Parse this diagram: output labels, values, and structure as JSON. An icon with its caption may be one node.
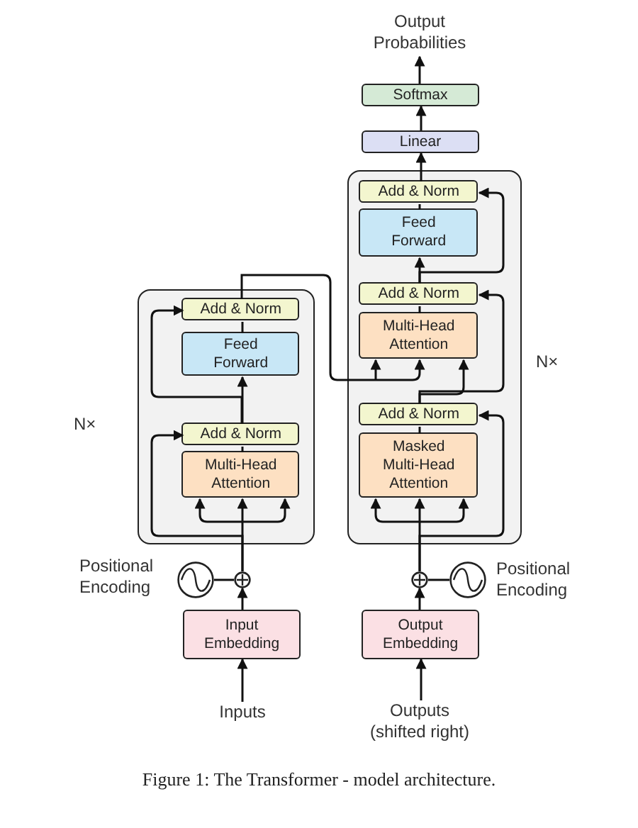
{
  "diagram": {
    "caption": "Figure 1: The Transformer - model architecture.",
    "nodes": [
      {
        "text": [
          "Output Probabilities"
        ]
      },
      {
        "text": [
          "Softmax"
        ]
      },
      {
        "text": [
          "Linear"
        ]
      },
      {
        "text": [],
        "shape": "box",
        "beside": [
          "N×"
        ]
      },
      {
        "text": [
          "Add & Norm"
        ],
        "in": 3
      },
      {
        "text": [
          "Feed Forward"
        ],
        "in": 3
      },
      {
        "text": [
          "Add & Norm"
        ],
        "in": 3
      },
      {
        "text": [
          "Multi-Head Attention"
        ],
        "in": 3
      },
      {
        "text": [],
        "shape": "box",
        "beside": [
          "N×"
        ]
      },
      {
        "text": [
          "Add & Norm"
        ],
        "in": 8
      },
      {
        "text": [
          "Feed Forward"
        ],
        "in": 8
      },
      {
        "text": [
          "Add & Norm"
        ],
        "in": 8
      },
      {
        "text": [
          "Multi-Head Attention"
        ],
        "in": 8
      },
      {
        "text": [
          "Add & Norm"
        ],
        "in": 8
      },
      {
        "text": [
          "Masked Multi-Head Attention"
        ],
        "in": 8
      },
      {
        "text": [],
        "shape": "circle"
      },
      {
        "text": [],
        "shape": "circle",
        "beside": [
          "Positional Encoding"
        ]
      },
      {
        "text": [
          "Input Embedding"
        ]
      },
      {
        "text": [
          "Inputs"
        ]
      },
      {
        "text": [],
        "shape": "circle"
      },
      {
        "text": [],
        "shape": "circle",
        "beside": [
          "Positional Encoding"
        ]
      },
      {
        "text": [
          "Output Embedding"
        ]
      },
      {
        "text": [
          "Outputs (shifted right)"
        ]
      }
    ],
    "edges": [
      {
        "from": 18,
        "to": 17,
        "arrow": "to"
      },
      {
        "from": 17,
        "to": 15,
        "arrow": "to"
      },
      {
        "from": 16,
        "to": 15,
        "arrow": "none"
      },
      {
        "from": 15,
        "to": 7,
        "arrow": "to"
      },
      {
        "from": 15,
        "to": 6,
        "arrow": "to"
      },
      {
        "from": 7,
        "to": 6,
        "arrow": "none"
      },
      {
        "from": 6,
        "to": 5,
        "arrow": "to"
      },
      {
        "from": 6,
        "to": 4,
        "arrow": "to"
      },
      {
        "from": 5,
        "to": 4,
        "arrow": "none"
      },
      {
        "from": 4,
        "to": 12,
        "arrow": "to"
      },
      {
        "from": 22,
        "to": 21,
        "arrow": "to"
      },
      {
        "from": 21,
        "to": 19,
        "arrow": "to"
      },
      {
        "from": 20,
        "to": 19,
        "arrow": "none"
      },
      {
        "from": 19,
        "to": 14,
        "arrow": "to"
      },
      {
        "from": 19,
        "to": 13,
        "arrow": "to"
      },
      {
        "from": 14,
        "to": 13,
        "arrow": "none"
      },
      {
        "from": 13,
        "to": 12,
        "arrow": "to"
      },
      {
        "from": 13,
        "to": 11,
        "arrow": "to"
      },
      {
        "from": 12,
        "to": 11,
        "arrow": "none"
      },
      {
        "from": 11,
        "to": 10,
        "arrow": "to"
      },
      {
        "from": 11,
        "to": 9,
        "arrow": "to"
      },
      {
        "from": 10,
        "to": 9,
        "arrow": "none"
      },
      {
        "from": 9,
        "to": 2,
        "arrow": "to"
      },
      {
        "from": 2,
        "to": 1,
        "arrow": "to"
      },
      {
        "from": 1,
        "to": 0,
        "arrow": "to"
      }
    ]
  }
}
